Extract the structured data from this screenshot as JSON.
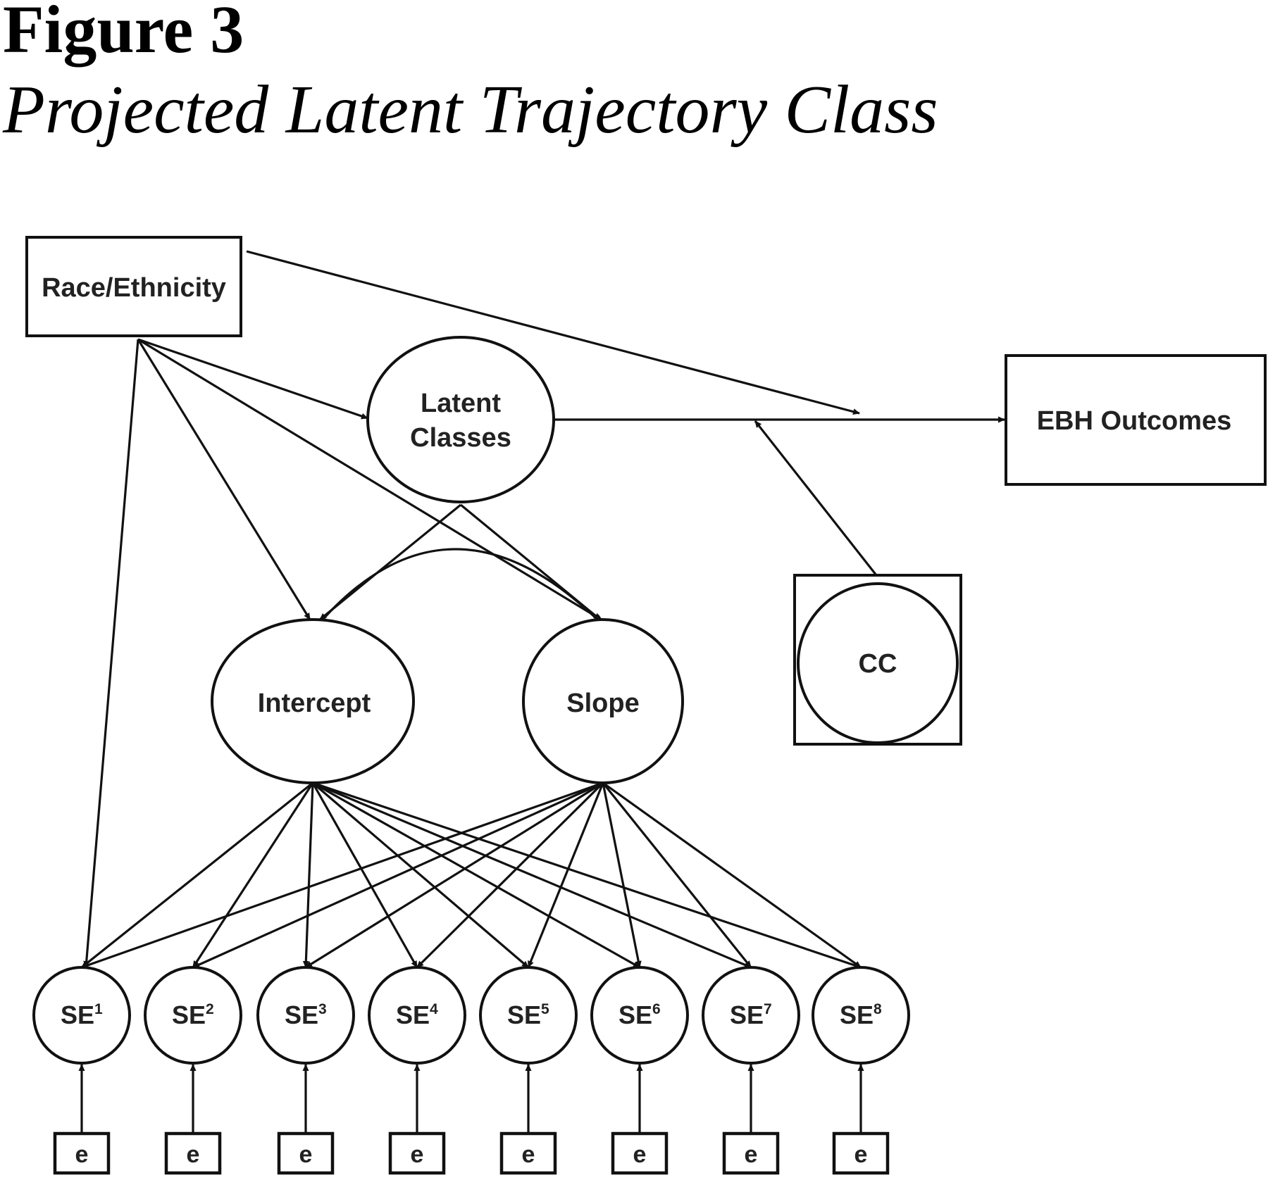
{
  "figure": {
    "number": "Figure 3",
    "title": "Projected Latent Trajectory Class"
  },
  "nodes": {
    "race": "Race/Ethnicity",
    "latent_line1": "Latent",
    "latent_line2": "Classes",
    "outcomes": "EBH Outcomes",
    "cc": "CC",
    "intercept": "Intercept",
    "slope": "Slope"
  },
  "indicators": [
    {
      "base": "SE",
      "sup": "1",
      "error": "e"
    },
    {
      "base": "SE",
      "sup": "2",
      "error": "e"
    },
    {
      "base": "SE",
      "sup": "3",
      "error": "e"
    },
    {
      "base": "SE",
      "sup": "4",
      "error": "e"
    },
    {
      "base": "SE",
      "sup": "5",
      "error": "e"
    },
    {
      "base": "SE",
      "sup": "6",
      "error": "e"
    },
    {
      "base": "SE",
      "sup": "7",
      "error": "e"
    },
    {
      "base": "SE",
      "sup": "8",
      "error": "e"
    }
  ],
  "colors": {
    "stroke": "#111111",
    "text": "#222222",
    "background": "#ffffff"
  }
}
